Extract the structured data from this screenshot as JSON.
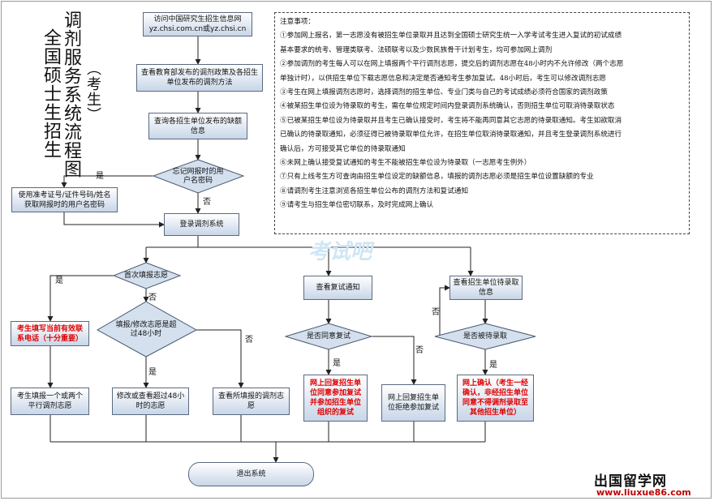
{
  "title": {
    "line1": "全国硕士生招生",
    "line2": "调剂服务系统流程图",
    "note": "（考生）"
  },
  "boxes": {
    "visit": "访问中国研究生招生信息网 yz.chsi.com.cn或yz.chsi.cn",
    "policy": "查看教育部发布的调剂政策及各招生单位发布的调剂方法",
    "vacancy": "查询各招生单位发布的缺额信息",
    "forgot_decision": "忘记网报时的用户名密码",
    "retrieve": "使用准考证号/证件号码/姓名获取网报时的用户名密码",
    "login": "登录调剂系统",
    "first_decision": "首次填报志愿",
    "phone": "考生填写当前有效联系电话（十分重要）",
    "fill": "考生填报一个或两个平行调剂志愿",
    "edit_decision": "填报/修改志愿是超过48小时",
    "edit": "修改或查看超过48小时的志愿",
    "view_filled": "查看所填报的调剂志愿",
    "retest_notice": "查看复试通知",
    "agree_decision": "是否同意复试",
    "agree": "网上回复招生单位同意参加复试并参加招生单位组织的复试",
    "refuse": "网上回复招生单位拒绝参加复试",
    "pending_info": "查看招生单位待录取信息",
    "pending_decision": "是否被待录取",
    "confirm": "网上确认（考生一经确认，非经招生单位同意不得调剂录取至其他招生单位）",
    "exit": "退出系统"
  },
  "labels": {
    "yes": "是",
    "no": "否"
  },
  "notes": {
    "header": "注意事项：",
    "lines": [
      "①参加网上报名，第一志愿没有被招生单位录取并且达到全国硕士研究生统一入学考试考生进入复试的初试成绩",
      "基本要求的统考、管理类联考、法硕联考以及少数民族骨干计划考生，均可参加网上调剂",
      "②参加调剂的考生每人可以在网上填报两个平行调剂志愿，提交后的调剂志愿在48小时内不允许修改（两个志愿",
      "单独计时），以供招生单位下载志愿信息和决定是否通知考生参加复试。48小时后，考生可以修改调剂志愿",
      "③考生在网上填报调剂志愿时，选择调剂的招生单位、专业门类与自己的考试成绩必须符合国家的调剂政策",
      "④被某招生单位设为待录取的考生，需在单位规定时间内登录调剂系统确认，否则招生单位可取消待录取状态",
      "⑤已被某招生单位设为待录取并且考生已确认接受时，考生将不能再同意其它志愿的待录取通知。考生如欲取消",
      "已确认的待录取通知，必须征得已被待录取单位允许，在招生单位取消待录取通知，并且考生登录调剂系统进行",
      "确认后，方可接受其它单位的待录取通知",
      "⑥未网上确认接受复试通知的考生不能被招生单位设为待录取（一志愿考生例外）",
      "⑦只有上线考生方可查询由招生单位设定的缺额信息，填报的调剂志愿必须是招生单位设置缺额的专业",
      "⑧请调剂考生注意浏览各招生单位公布的调剂方法和复试通知",
      "⑨请考生与招生单位密切联系，及时完成网上确认"
    ]
  },
  "watermark": "考试吧",
  "site": {
    "name": "出国留学网",
    "url": "www.liuxue86.com"
  }
}
